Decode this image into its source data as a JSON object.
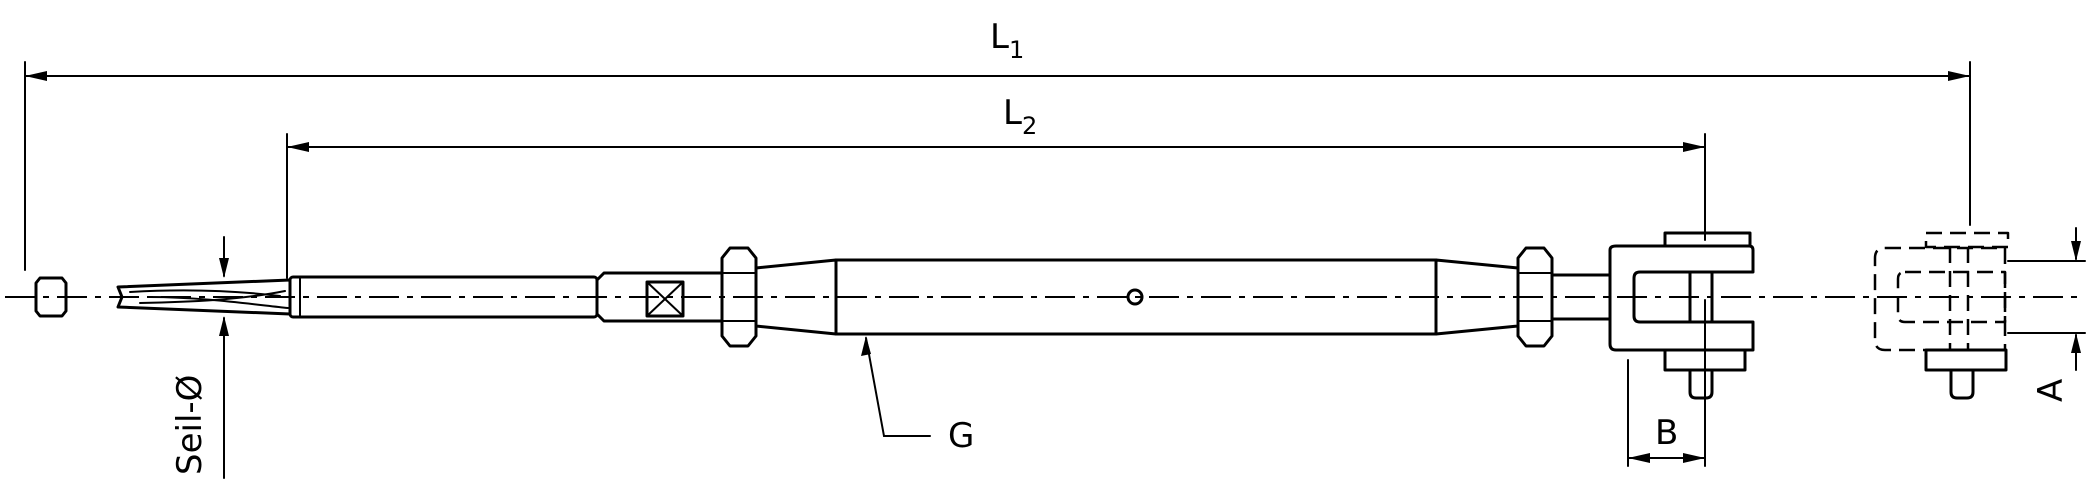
{
  "labels": {
    "L1": {
      "main": "L",
      "sub": "1"
    },
    "L2": {
      "main": "L",
      "sub": "2"
    },
    "G": "G",
    "B": "B",
    "A": "A",
    "rope_diameter": "Seil-Ø"
  }
}
